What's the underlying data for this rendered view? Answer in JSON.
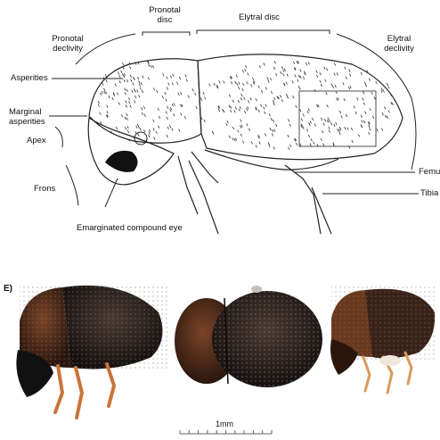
{
  "diagram": {
    "labels": {
      "pronotal_disc": "Pronotal\ndisc",
      "elytral_disc": "Elytral disc",
      "pronotal_declivity": "Pronotal\ndeclivity",
      "elytral_declivity": "Elytral\ndeclivity",
      "asperities": "Asperities",
      "marginal_asperities": "Marginal\nasperities",
      "apex": "Apex",
      "frons": "Frons",
      "emarginated_eye": "Emarginated compound eye",
      "femur": "Femur",
      "tibia": "Tibia"
    }
  },
  "photos": {
    "panel_letter": "E)",
    "scale_bar_label": "1mm"
  },
  "colors": {
    "line": "#222222",
    "beetle_dark": "#2a211d",
    "beetle_brown": "#5a3320",
    "leg_orange": "#c9743a"
  }
}
